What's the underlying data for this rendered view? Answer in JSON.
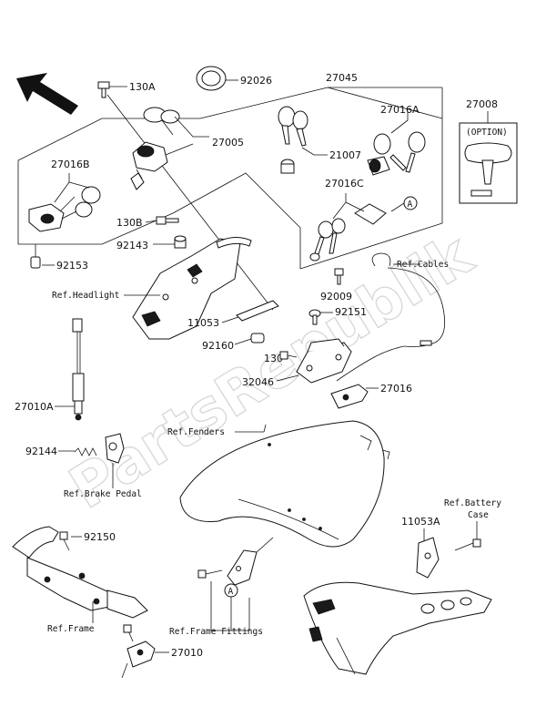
{
  "watermark": "PartsRepublik",
  "labels": {
    "p130A": "130A",
    "p92026": "92026",
    "p27045": "27045",
    "p27008": "27008",
    "p27016A": "27016A",
    "p27005": "27005",
    "p21007": "21007",
    "p27016B": "27016B",
    "p27016C": "27016C",
    "p130B": "130B",
    "p92143": "92143",
    "p92153": "92153",
    "p92009": "92009",
    "p92151": "92151",
    "p11053": "11053",
    "p92160": "92160",
    "p130": "130",
    "p32046": "32046",
    "p27016": "27016",
    "p27010A": "27010A",
    "p92144": "92144",
    "p92150": "92150",
    "p11053A": "11053A",
    "p27010": "27010",
    "option": "(OPTION)",
    "markerA1": "A",
    "markerA2": "A"
  },
  "refs": {
    "headlight": "Ref.Headlight",
    "cables": "Ref.Cables",
    "fenders": "Ref.Fenders",
    "brake_pedal": "Ref.Brake Pedal",
    "battery_line1": "Ref.Battery",
    "battery_line2": "Case",
    "frame": "Ref.Frame",
    "frame_fittings": "Ref.Frame Fittings"
  },
  "icons": {
    "direction_arrow": "front-direction-arrow-icon"
  }
}
